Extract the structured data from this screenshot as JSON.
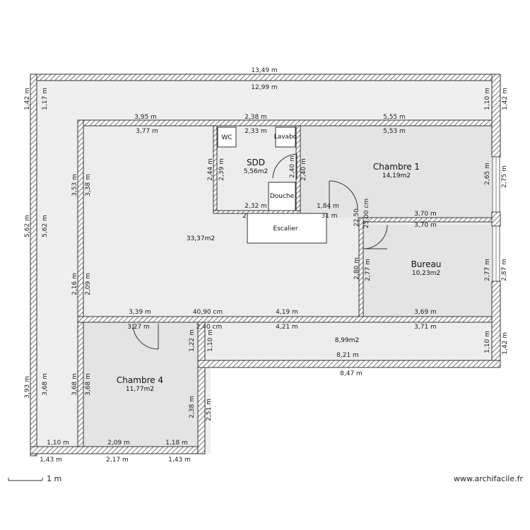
{
  "rooms": {
    "sdd": {
      "name": "SDD",
      "area": "5,56m2"
    },
    "chambre1": {
      "name": "Chambre 1",
      "area": "14,19m2"
    },
    "bureau": {
      "name": "Bureau",
      "area": "10,23m2"
    },
    "chambre4": {
      "name": "Chambre 4",
      "area": "11,77m2"
    },
    "sejour": {
      "area": "33,37m2"
    },
    "couloir": {
      "area": "8,99m2"
    },
    "terrasse": {
      "area": ""
    }
  },
  "fixtures": {
    "wc": "WC",
    "lavabo": "Lavabo",
    "douche": "Douche",
    "escalier": "Escalier"
  },
  "dimensions": {
    "top_outer": "13,49 m",
    "top_inner": "12,99 m",
    "d395": "3,95 m",
    "d377": "3,77 m",
    "d238": "2,38 m",
    "d233": "2,33 m",
    "d555": "5,55 m",
    "d553": "5,53 m",
    "left_142": "1,42 m",
    "left_117": "1,17 m",
    "right_110": "1,10 m",
    "right_142": "1,42 m",
    "l353": "3,53 m",
    "l338": "3,38 m",
    "l562a": "5,62 m",
    "l562b": "5,62 m",
    "sdd_244": "2,44 m",
    "sdd_239": "2,39 m",
    "sdd_240a": "2,40 m",
    "sdd_240b": "2,40 m",
    "sdd_232": "2,32 m",
    "sdd_2": "2",
    "c1_265": "2,65 m",
    "c1_275": "2,75 m",
    "d184": "1,84 m",
    "d31": "31 m",
    "d2250": "22,50",
    "d2500": "25,00 cm",
    "d370a": "3,70 m",
    "d370b": "3,70 m",
    "l216": "2,16 m",
    "l209": "2,09 m",
    "b280": "2,80 m",
    "b277a": "2,77 m",
    "b277b": "2,77 m",
    "b287": "2,87 m",
    "d339": "3,39 m",
    "d4090": "40,90 cm",
    "d419": "4,19 m",
    "d369": "3,69 m",
    "d327": "3,27 m",
    "d40cm": "2,40 cm",
    "d421": "4,21 m",
    "d371": "3,71 m",
    "c122": "1,22 m",
    "c110": "1,10 m",
    "r110": "1,10 m",
    "r142": "1,42 m",
    "d821": "8,21 m",
    "d847": "8,47 m",
    "l393": "3,93 m",
    "l368a": "3,68 m",
    "l368b": "3,68 m",
    "l368c": "3,68 m",
    "c4_238": "2,38 m",
    "c4_251": "2,51 m",
    "b110": "1,10 m",
    "b209": "2,09 m",
    "b118": "1,18 m",
    "b143a": "1,43 m",
    "b217": "2,17 m",
    "b143b": "1,43 m"
  },
  "scale": {
    "label": "1 m"
  },
  "watermark": "www.archifacile.fr",
  "colors": {
    "wall_hatch": "#555555",
    "floor": "#eeeeee",
    "room_floor": "#e6e6e6",
    "outline": "#333333"
  }
}
